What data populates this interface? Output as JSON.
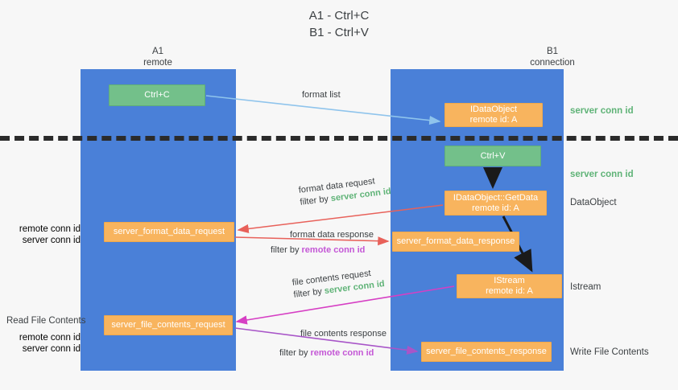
{
  "title": {
    "line1": "A1 - Ctrl+C",
    "line2": "B1 - Ctrl+V"
  },
  "lanes": [
    {
      "id": "a1",
      "name": "A1",
      "role": "remote",
      "color": "#4a80d8"
    },
    {
      "id": "b1",
      "name": "B1",
      "role": "connection",
      "color": "#4a80d8"
    }
  ],
  "nodes": {
    "ctrl_c": {
      "line1": "Ctrl+C",
      "line2": "",
      "color": "#73c08a"
    },
    "idataobject": {
      "line1": "IDataObject",
      "line2": "remote id: A",
      "color": "#f8b45e"
    },
    "ctrl_v": {
      "line1": "Ctrl+V",
      "line2": "",
      "color": "#73c08a"
    },
    "getdata": {
      "line1": "IDataObject::GetData",
      "line2": "remote id: A",
      "color": "#f8b45e"
    },
    "format_data_request": {
      "line1": "server_format_data_request",
      "line2": "",
      "color": "#f8b45e"
    },
    "format_data_response": {
      "line1": "server_format_data_response",
      "line2": "",
      "color": "#f8b45e"
    },
    "istream": {
      "line1": "IStream",
      "line2": "remote id: A",
      "color": "#f8b45e"
    },
    "file_contents_request": {
      "line1": "server_file_contents_request",
      "line2": "",
      "color": "#f8b45e"
    },
    "file_contents_response": {
      "line1": "server_file_contents_response",
      "line2": "",
      "color": "#f8b45e"
    }
  },
  "edge_labels": {
    "format_list": "format list",
    "format_data_request": "format data request",
    "format_data_request_filter_prefix": "filter by ",
    "format_data_request_filter_value": "server conn id",
    "format_data_response": "format data response",
    "format_data_response_filter_prefix": "filter by ",
    "format_data_response_filter_value": "remote conn id",
    "file_contents_request": "file contents request",
    "file_contents_request_filter_prefix": "filter by ",
    "file_contents_request_filter_value": "server conn id",
    "file_contents_response": "file contents response",
    "file_contents_response_filter_prefix": "filter by ",
    "file_contents_response_filter_value": "remote conn id"
  },
  "annotations": {
    "server_conn_id_top": "server conn id",
    "server_conn_id_mid": "server conn id",
    "dataobject": "DataObject",
    "istream": "Istream",
    "write_file_contents": "Write File Contents",
    "read_file_contents": "Read File Contents",
    "left_remote_conn_id_1": "remote conn id",
    "left_server_conn_id_1": "server conn id",
    "left_remote_conn_id_2": "remote conn id",
    "left_server_conn_id_2": "server conn id"
  },
  "colors": {
    "lane": "#4a80d8",
    "green_node": "#73c08a",
    "orange_node": "#f8b45e",
    "green_text": "#5fb377",
    "purple_text": "#c457d6",
    "light_blue_arrow": "#8fc4ec",
    "red_arrow": "#e8615a",
    "magenta_arrow": "#d63fc4",
    "purple_arrow": "#a855c8",
    "black_arrow": "#1a1a1a",
    "divider": "#2b2b2b",
    "background": "#f7f7f7"
  }
}
